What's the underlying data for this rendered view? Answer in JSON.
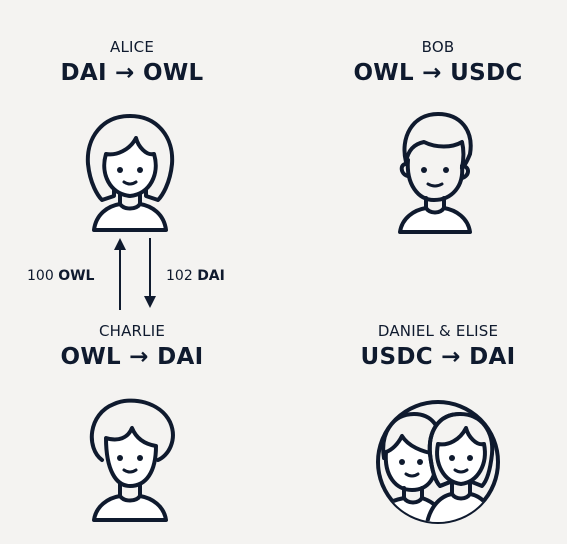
{
  "traders": [
    {
      "name": "ALICE",
      "pair": "DAI → OWL",
      "avatar_icon": "woman-icon"
    },
    {
      "name": "BOB",
      "pair": "OWL → USDC",
      "avatar_icon": "man-icon"
    },
    {
      "name": "CHARLIE",
      "pair": "OWL → DAI",
      "avatar_icon": "person-icon"
    },
    {
      "name": "DANIEL & ELISE",
      "pair": "USDC → DAI",
      "avatar_icon": "couple-icon"
    }
  ],
  "flows": [
    {
      "amount": "100",
      "token": "OWL",
      "direction": "up"
    },
    {
      "amount": "102",
      "token": "DAI",
      "direction": "down"
    }
  ],
  "colors": {
    "ink": "#0f1a2e",
    "background": "#f4f3f1",
    "fill": "#ffffff"
  }
}
